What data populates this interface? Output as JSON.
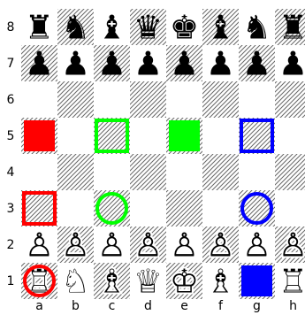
{
  "board": {
    "files": [
      "a",
      "b",
      "c",
      "d",
      "e",
      "f",
      "g",
      "h"
    ],
    "ranks": [
      "8",
      "7",
      "6",
      "5",
      "4",
      "3",
      "2",
      "1"
    ],
    "position": [
      [
        "bR",
        "bN",
        "bB",
        "bQ",
        "bK",
        "bB",
        "bN",
        "bR"
      ],
      [
        "bP",
        "bP",
        "bP",
        "bP",
        "bP",
        "bP",
        "bP",
        "bP"
      ],
      [
        "",
        "",
        "",
        "",
        "",
        "",
        "",
        ""
      ],
      [
        "",
        "",
        "",
        "",
        "",
        "",
        "",
        ""
      ],
      [
        "",
        "",
        "",
        "",
        "",
        "",
        "",
        ""
      ],
      [
        "",
        "",
        "",
        "",
        "",
        "",
        "",
        ""
      ],
      [
        "wP",
        "wP",
        "wP",
        "wP",
        "wP",
        "wP",
        "wP",
        "wP"
      ],
      [
        "wR",
        "wN",
        "wB",
        "wQ",
        "wK",
        "wB",
        "",
        "wR"
      ]
    ],
    "piece_glyphs": {
      "wK": "♔",
      "wQ": "♕",
      "wR": "♖",
      "wB": "♗",
      "wN": "♘",
      "wP": "♙",
      "bK": "♚",
      "bQ": "♛",
      "bR": "♜",
      "bB": "♝",
      "bN": "♞",
      "bP": "♟"
    },
    "dark_square_pattern": "diagonal-hatch",
    "colors": {
      "red": "#ff0000",
      "green": "#00ff00",
      "blue": "#0000ff",
      "black": "#000000"
    }
  },
  "annotations": [
    {
      "square": "a5",
      "shape": "filled-square",
      "color": "red"
    },
    {
      "square": "e5",
      "shape": "filled-square",
      "color": "green"
    },
    {
      "square": "g1",
      "shape": "filled-square",
      "color": "blue"
    },
    {
      "square": "c5",
      "shape": "square-outline",
      "color": "green"
    },
    {
      "square": "g5",
      "shape": "square-outline",
      "color": "blue"
    },
    {
      "square": "a3",
      "shape": "square-outline",
      "color": "red"
    },
    {
      "square": "c3",
      "shape": "circle-outline",
      "color": "green"
    },
    {
      "square": "g3",
      "shape": "circle-outline",
      "color": "blue"
    },
    {
      "square": "a1",
      "shape": "circle-outline",
      "color": "red"
    }
  ]
}
